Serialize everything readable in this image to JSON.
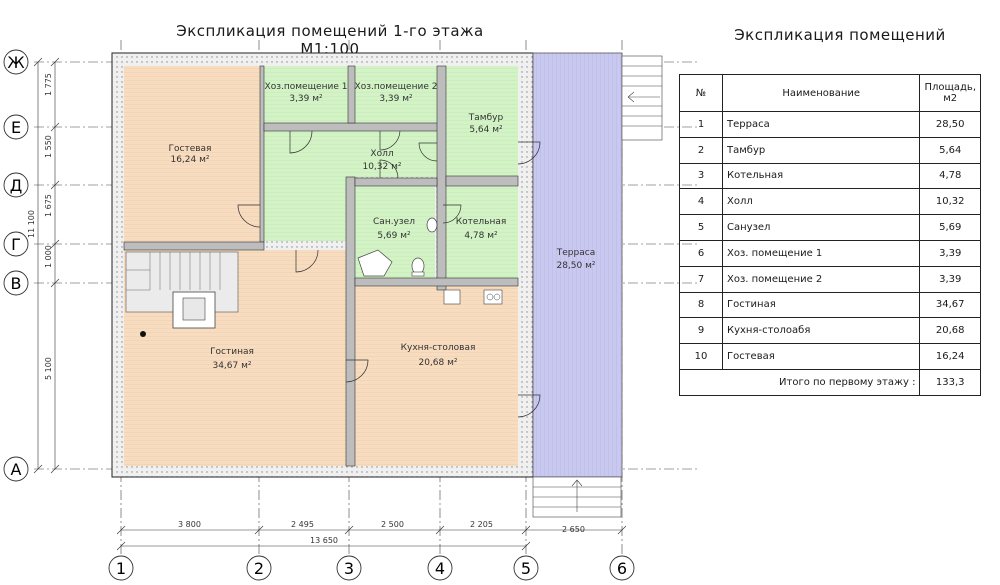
{
  "plan": {
    "title": "Экспликация помещений 1-го этажа М1:100",
    "rows": [
      "Ж",
      "Е",
      "Д",
      "Г",
      "В",
      "А"
    ],
    "cols": [
      "1",
      "2",
      "3",
      "4",
      "5",
      "6"
    ],
    "vertical_dims": [
      "1 775",
      "1 550",
      "1 675",
      "1 000",
      "5 100"
    ],
    "overall_vertical": "11 100",
    "horizontal_dims": [
      "3 800",
      "2 495",
      "2 500",
      "2 205",
      "2 650"
    ],
    "overall_horizontal": "13 650",
    "rooms": [
      {
        "name": "Гостевая",
        "area": "16,24 м²"
      },
      {
        "name": "Хоз.помещение 1",
        "area": "3,39 м²"
      },
      {
        "name": "Хоз.помещение 2",
        "area": "3,39 м²"
      },
      {
        "name": "Тамбур",
        "area": "5,64 м²"
      },
      {
        "name": "Холл",
        "area": "10,32 м²"
      },
      {
        "name": "Сан.узел",
        "area": "5,69 м²"
      },
      {
        "name": "Котельная",
        "area": "4,78 м²"
      },
      {
        "name": "Терраса",
        "area": "28,50 м²"
      },
      {
        "name": "Гостиная",
        "area": "34,67 м²"
      },
      {
        "name": "Кухня-столовая",
        "area": "20,68 м²"
      }
    ],
    "colors": {
      "warm_room": "#f8dcc0",
      "service_room": "#d3f3c6",
      "terrace": "#c9c8f0",
      "stair": "#ebebeb"
    }
  },
  "table": {
    "title": "Экспликация помещений",
    "headers": {
      "num": "№",
      "name": "Наименование",
      "area": "Площадь, м2"
    },
    "rows": [
      {
        "num": "1",
        "name": "Терраса",
        "area": "28,50"
      },
      {
        "num": "2",
        "name": "Тамбур",
        "area": "5,64"
      },
      {
        "num": "3",
        "name": "Котельная",
        "area": "4,78"
      },
      {
        "num": "4",
        "name": "Холл",
        "area": "10,32"
      },
      {
        "num": "5",
        "name": "Санузел",
        "area": "5,69"
      },
      {
        "num": "6",
        "name": "Хоз. помещение 1",
        "area": "3,39"
      },
      {
        "num": "7",
        "name": "Хоз. помещение 2",
        "area": "3,39"
      },
      {
        "num": "8",
        "name": "Гостиная",
        "area": "34,67"
      },
      {
        "num": "9",
        "name": "Кухня-столоабя",
        "area": "20,68"
      },
      {
        "num": "10",
        "name": "Гостевая",
        "area": "16,24"
      }
    ],
    "total_label": "Итого по первому этажу :",
    "total_value": "133,3"
  }
}
